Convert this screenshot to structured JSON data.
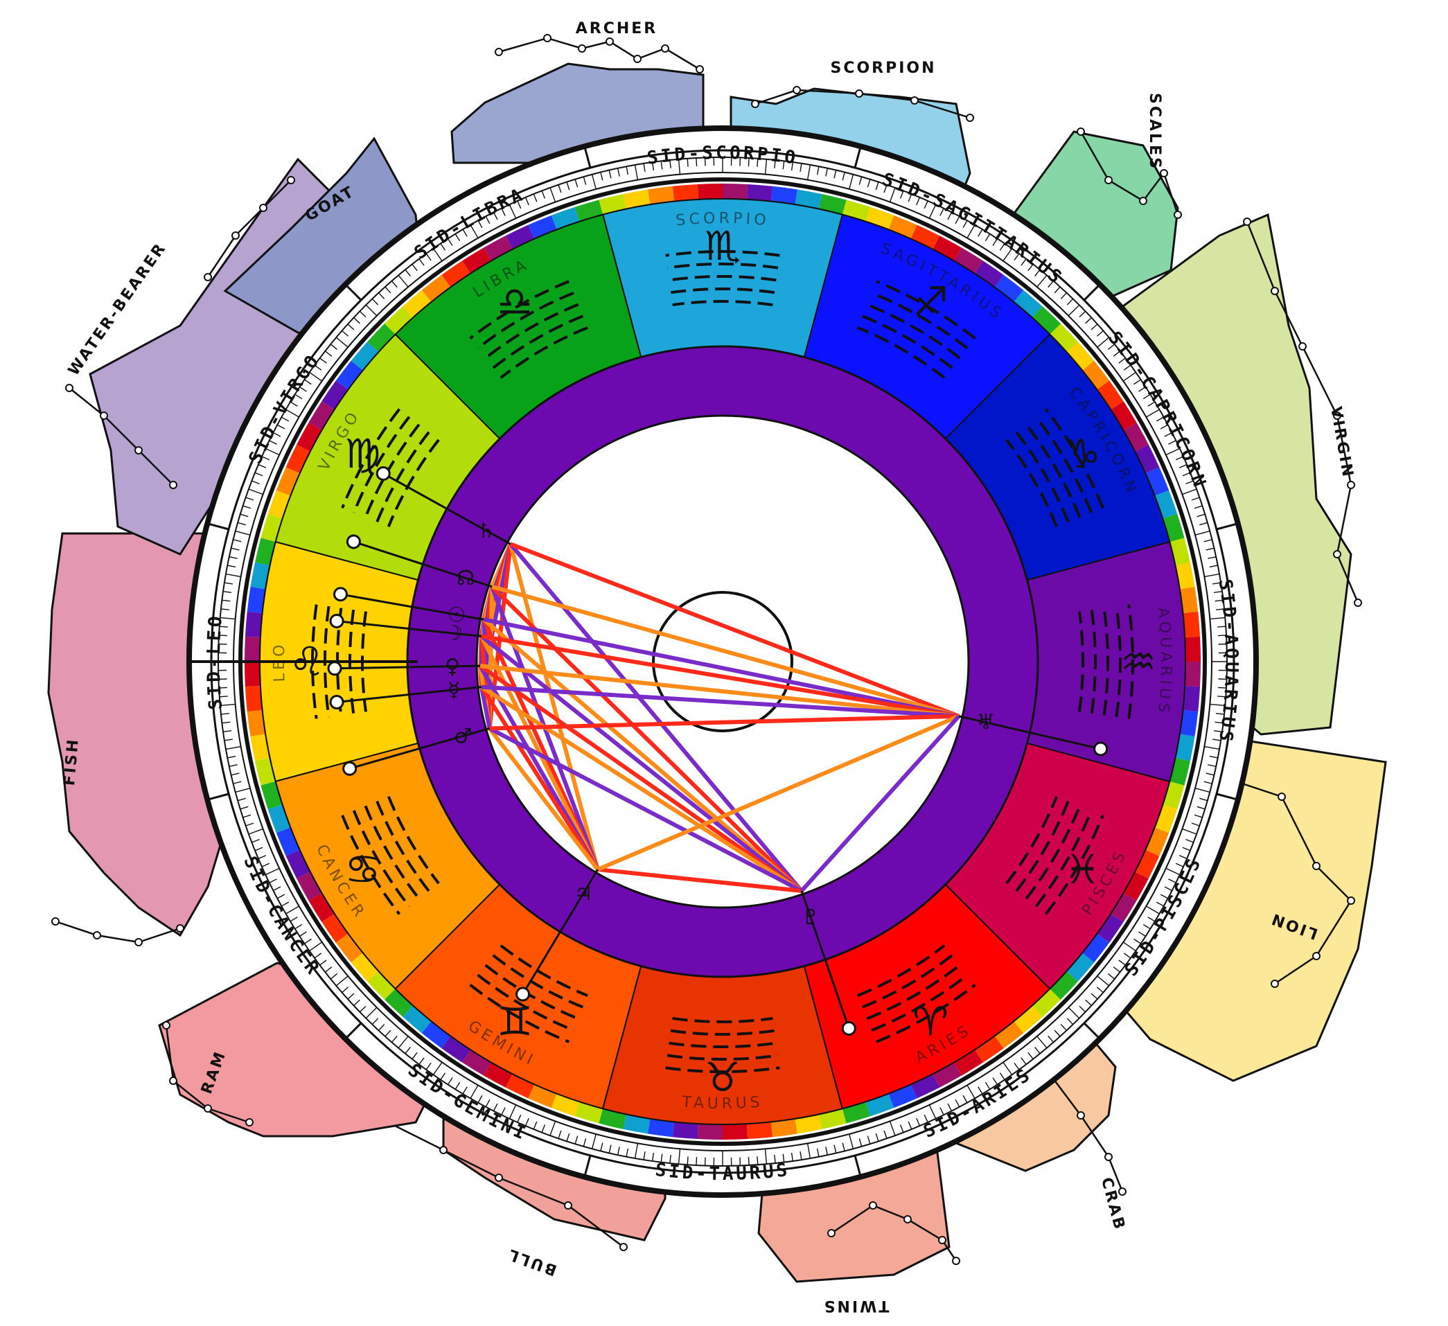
{
  "constellations": [
    {
      "label": "ARCHER",
      "color": "#9aa6d0"
    },
    {
      "label": "SCORPION",
      "color": "#93d0ea"
    },
    {
      "label": "SCALES",
      "color": "#86d6a8"
    },
    {
      "label": "VIRGIN",
      "color": "#d6e6a2"
    },
    {
      "label": "LION",
      "color": "#fbe898"
    },
    {
      "label": "CRAB",
      "color": "#f8c8a0"
    },
    {
      "label": "TWINS",
      "color": "#f3a898"
    },
    {
      "label": "BULL",
      "color": "#f2a19a"
    },
    {
      "label": "RAM",
      "color": "#f29aa0"
    },
    {
      "label": "FISH",
      "color": "#e497b0"
    },
    {
      "label": "WATER-BEARER",
      "color": "#b6a3d0"
    },
    {
      "label": "GOAT",
      "color": "#8e98c8"
    }
  ],
  "sidereal_signs": [
    "SID-SAGITTARIUS",
    "SID-SCORPIO",
    "SID-LIBRA",
    "SID-VIRGO",
    "SID-LEO",
    "SID-CANCER",
    "SID-GEMINI",
    "SID-TAURUS",
    "SID-ARIES",
    "SID-PISCES",
    "SID-AQUARIUS",
    "SID-CAPRICORN"
  ],
  "tropical_signs": [
    {
      "name": "SAGITTARIUS",
      "glyph": "♐",
      "color": "#0a12ff"
    },
    {
      "name": "SCORPIO",
      "glyph": "♏",
      "color": "#1ea6da"
    },
    {
      "name": "LIBRA",
      "glyph": "♎",
      "color": "#07a21a"
    },
    {
      "name": "VIRGO",
      "glyph": "♍",
      "color": "#b2dc0a"
    },
    {
      "name": "LEO",
      "glyph": "♌",
      "color": "#ffd200"
    },
    {
      "name": "CANCER",
      "glyph": "♋",
      "color": "#ff9a00"
    },
    {
      "name": "GEMINI",
      "glyph": "♊",
      "color": "#ff5500"
    },
    {
      "name": "TAURUS",
      "glyph": "♉",
      "color": "#e83400"
    },
    {
      "name": "ARIES",
      "glyph": "♈",
      "color": "#ff0000"
    },
    {
      "name": "PISCES",
      "glyph": "♓",
      "color": "#cf0049"
    },
    {
      "name": "AQUARIUS",
      "glyph": "♒",
      "color": "#6c0aa8"
    },
    {
      "name": "CAPRICORN",
      "glyph": "♑",
      "color": "#0016c8"
    }
  ],
  "planets": [
    {
      "glyph": "♄",
      "ecl": 151
    },
    {
      "glyph": "☊",
      "ecl": 162
    },
    {
      "glyph": "☉",
      "ecl": 170
    },
    {
      "glyph": "☽",
      "ecl": 174
    },
    {
      "glyph": "♀",
      "ecl": 181
    },
    {
      "glyph": "☿",
      "ecl": 186
    },
    {
      "glyph": "♂",
      "ecl": 196
    },
    {
      "glyph": "♃",
      "ecl": 239
    },
    {
      "glyph": "♇",
      "ecl": 289
    },
    {
      "glyph": "♅",
      "ecl": 347
    }
  ],
  "aspect_colors": [
    "#ff2a1a",
    "#ff8c1a",
    "#7a2cc8"
  ],
  "colors": {
    "wheel_purple": "#6c0ab0",
    "ink": "#111111"
  }
}
